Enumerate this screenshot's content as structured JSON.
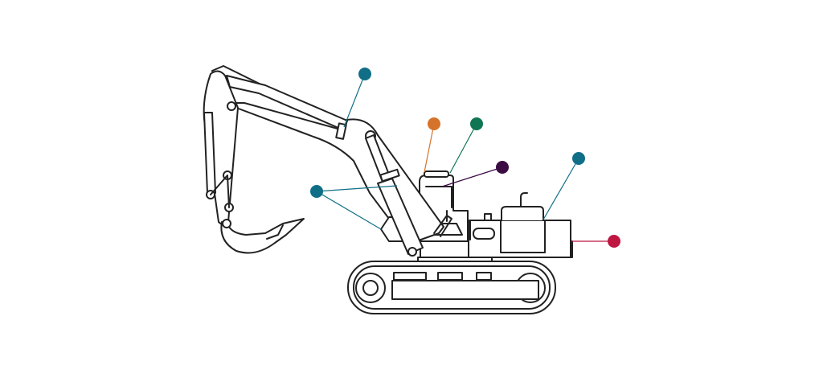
{
  "diagram": {
    "subject": "excavator",
    "callouts": [
      {
        "id": "boom-cylinder",
        "color": "#106f86"
      },
      {
        "id": "cab-top",
        "color": "#d6732a"
      },
      {
        "id": "cab-rear",
        "color": "#0f7654"
      },
      {
        "id": "cab-window",
        "color": "#3b0b44"
      },
      {
        "id": "engine",
        "color": "#106f86"
      },
      {
        "id": "counterweight",
        "color": "#bf1742"
      },
      {
        "id": "lift-cylinder",
        "color": "#106f86"
      }
    ]
  }
}
